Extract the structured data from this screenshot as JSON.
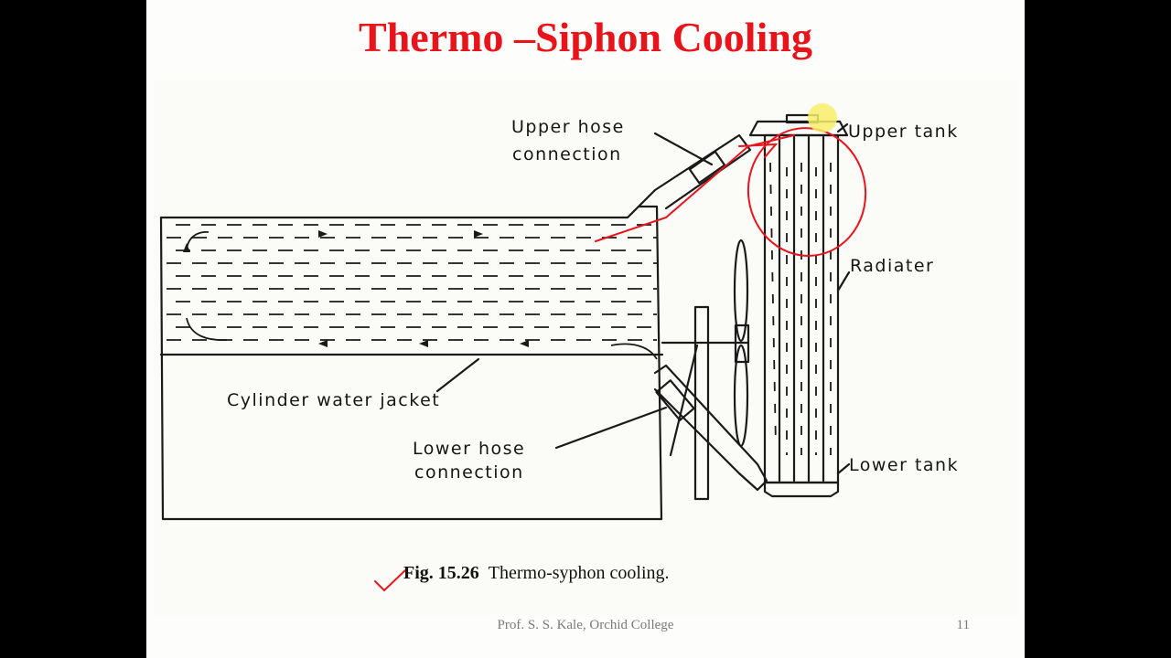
{
  "slide": {
    "title": "Thermo –Siphon Cooling",
    "footer_text": "Prof. S. S. Kale, Orchid College",
    "page_number": "11"
  },
  "diagram": {
    "labels": {
      "upper_hose_line1": "Upper  hose",
      "upper_hose_line2": "connection",
      "upper_tank": "Upper tank",
      "radiater": "Radiater",
      "cylinder_water_jacket": "Cylinder water jacket",
      "lower_hose_line1": "Lower hose",
      "lower_hose_line2": "connection",
      "lower_tank": "Lower tank"
    },
    "caption_number": "Fig. 15.26",
    "caption_text": "Thermo-syphon cooling."
  },
  "colors": {
    "title": "#e8141b",
    "annotation": "#e8141b",
    "pointer_highlight": "#f7ef6a"
  }
}
